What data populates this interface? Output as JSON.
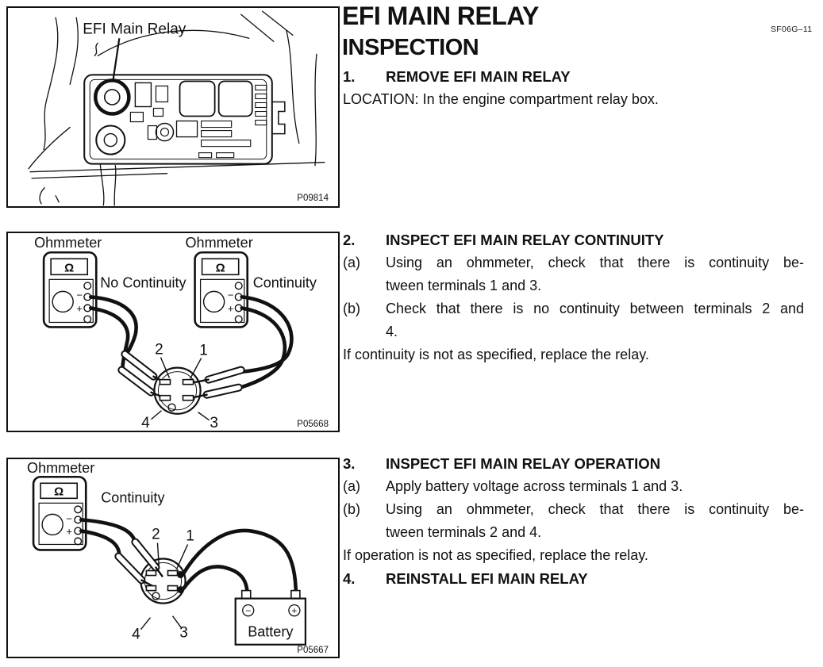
{
  "page": {
    "title": "EFI MAIN RELAY",
    "subtitle": "INSPECTION",
    "section_code": "SF06G–11"
  },
  "figure1": {
    "label": "EFI Main Relay",
    "code": "P09814"
  },
  "figure2": {
    "ohmmeter_left": "Ohmmeter",
    "ohmmeter_right": "Ohmmeter",
    "no_continuity": "No Continuity",
    "continuity": "Continuity",
    "omega": "Ω",
    "minus": "−",
    "plus": "+",
    "t1": "1",
    "t2": "2",
    "t3": "3",
    "t4": "4",
    "code": "P05668"
  },
  "figure3": {
    "ohmmeter": "Ohmmeter",
    "continuity": "Continuity",
    "omega": "Ω",
    "minus": "−",
    "plus": "+",
    "t1": "1",
    "t2": "2",
    "t3": "3",
    "t4": "4",
    "battery": "Battery",
    "battery_minus": "−",
    "battery_plus": "+",
    "code": "P05667"
  },
  "steps": {
    "s1_num": "1.",
    "s1_title": "REMOVE EFI MAIN RELAY",
    "location": "LOCATION: In the engine compartment relay box.",
    "s2_num": "2.",
    "s2_title": "INSPECT EFI MAIN RELAY CONTINUITY",
    "s2a_label": "(a)",
    "s2a": [
      "Using an ohmmeter, check that there is continuity be-",
      "tween terminals 1 and 3."
    ],
    "s2b_label": "(b)",
    "s2b": [
      "Check that there is no continuity between terminals 2 and",
      "4."
    ],
    "s2_note": "If continuity is not as specified, replace the relay.",
    "s3_num": "3.",
    "s3_title": "INSPECT EFI MAIN RELAY OPERATION",
    "s3a_label": "(a)",
    "s3a": [
      "Apply battery voltage across terminals 1 and 3."
    ],
    "s3b_label": "(b)",
    "s3b": [
      "Using an ohmmeter, check that there is continuity be-",
      "tween terminals 2 and 4."
    ],
    "s3_note": "If operation is not as specified, replace the relay.",
    "s4_num": "4.",
    "s4_title": "REINSTALL EFI MAIN RELAY"
  }
}
